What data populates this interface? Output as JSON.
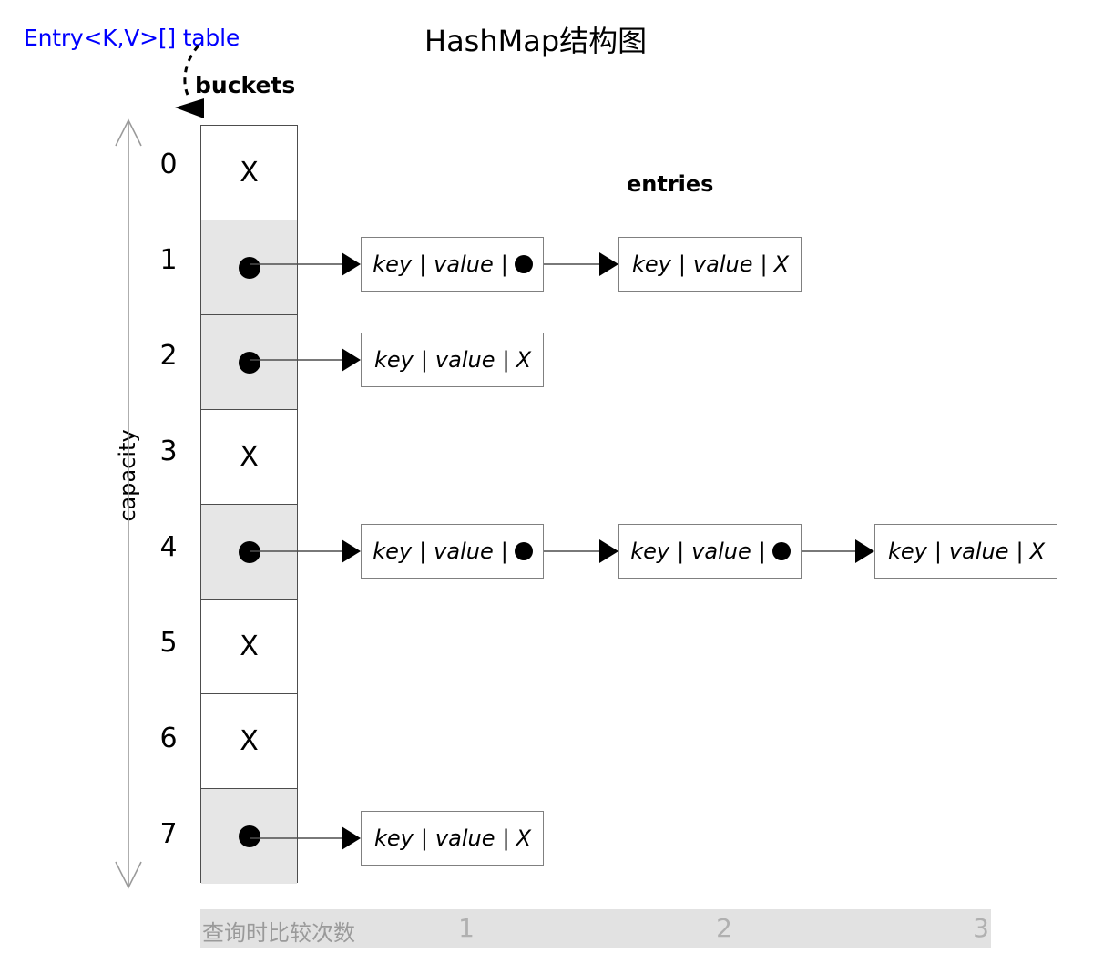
{
  "title": "HashMap结构图",
  "labels": {
    "table_label": "Entry<K,V>[] table",
    "buckets": "buckets",
    "entries": "entries",
    "capacity": "capacity"
  },
  "colors": {
    "label_blue": "#0000FF",
    "filled_cell_gray": "#E6E6E6",
    "empty_cell_white": "#FFFFFF",
    "border_gray": "#4D4D4D",
    "entry_border": "#808080",
    "compare_bar_bg": "#E2E2E2",
    "compare_bar_text": "#B0B0B0"
  },
  "buckets": [
    {
      "index": "0",
      "state": "empty",
      "marker": "X",
      "chain": []
    },
    {
      "index": "1",
      "state": "filled",
      "marker": "dot",
      "chain": [
        {
          "key": "key",
          "value": "value",
          "next": "dot"
        },
        {
          "key": "key",
          "value": "value",
          "next": "X"
        }
      ]
    },
    {
      "index": "2",
      "state": "filled",
      "marker": "dot",
      "chain": [
        {
          "key": "key",
          "value": "value",
          "next": "X"
        }
      ]
    },
    {
      "index": "3",
      "state": "empty",
      "marker": "X",
      "chain": []
    },
    {
      "index": "4",
      "state": "filled",
      "marker": "dot",
      "chain": [
        {
          "key": "key",
          "value": "value",
          "next": "dot"
        },
        {
          "key": "key",
          "value": "value",
          "next": "dot"
        },
        {
          "key": "key",
          "value": "value",
          "next": "X"
        }
      ]
    },
    {
      "index": "5",
      "state": "empty",
      "marker": "X",
      "chain": []
    },
    {
      "index": "6",
      "state": "empty",
      "marker": "X",
      "chain": []
    },
    {
      "index": "7",
      "state": "filled",
      "marker": "dot",
      "chain": [
        {
          "key": "key",
          "value": "value",
          "next": "X"
        }
      ]
    }
  ],
  "entry_separator": "|",
  "empty_marker": "X",
  "compare_bar": {
    "label": "查询时比较次数",
    "counts": [
      "1",
      "2",
      "3"
    ]
  }
}
